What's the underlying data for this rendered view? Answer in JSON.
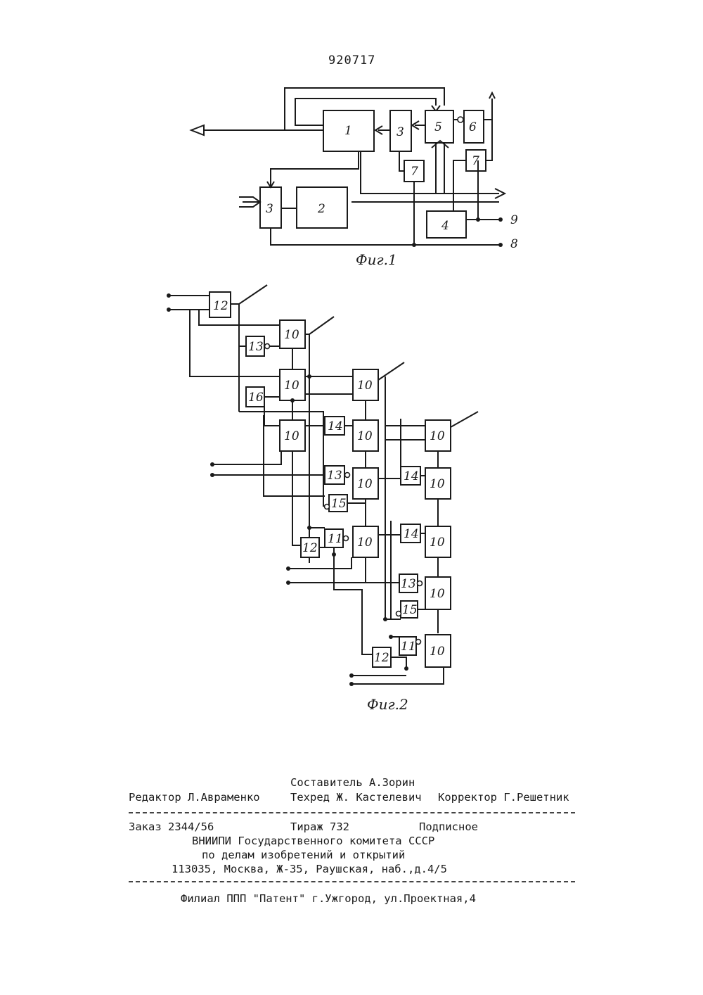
{
  "header": {
    "doc_number": "920717"
  },
  "fig1": {
    "caption": "Фиг.1",
    "blocks": [
      "1",
      "2",
      "3",
      "3",
      "4",
      "5",
      "6",
      "7",
      "7"
    ],
    "terminals": [
      "9",
      "8"
    ]
  },
  "fig2": {
    "caption": "Фиг.2",
    "blocks": [
      "12",
      "13",
      "16",
      "10",
      "14",
      "15",
      "11"
    ]
  },
  "imprint": {
    "compiler": "Составитель А.Зорин",
    "editor": "Редактор Л.Авраменко",
    "techred": "Техред Ж. Кастелевич",
    "corrector": "Корректор Г.Решетник",
    "order": "Заказ 2344/56",
    "print_run": "Тираж 732",
    "subscription": "Подписное",
    "org_line1": "ВНИИПИ Государственного комитета СССР",
    "org_line2": "по делам изобретений и открытий",
    "address": "113035, Москва, Ж-35, Раушская, наб.,д.4/5",
    "branch": "Филиал ППП \"Патент\" г.Ужгород, ул.Проектная,4"
  }
}
